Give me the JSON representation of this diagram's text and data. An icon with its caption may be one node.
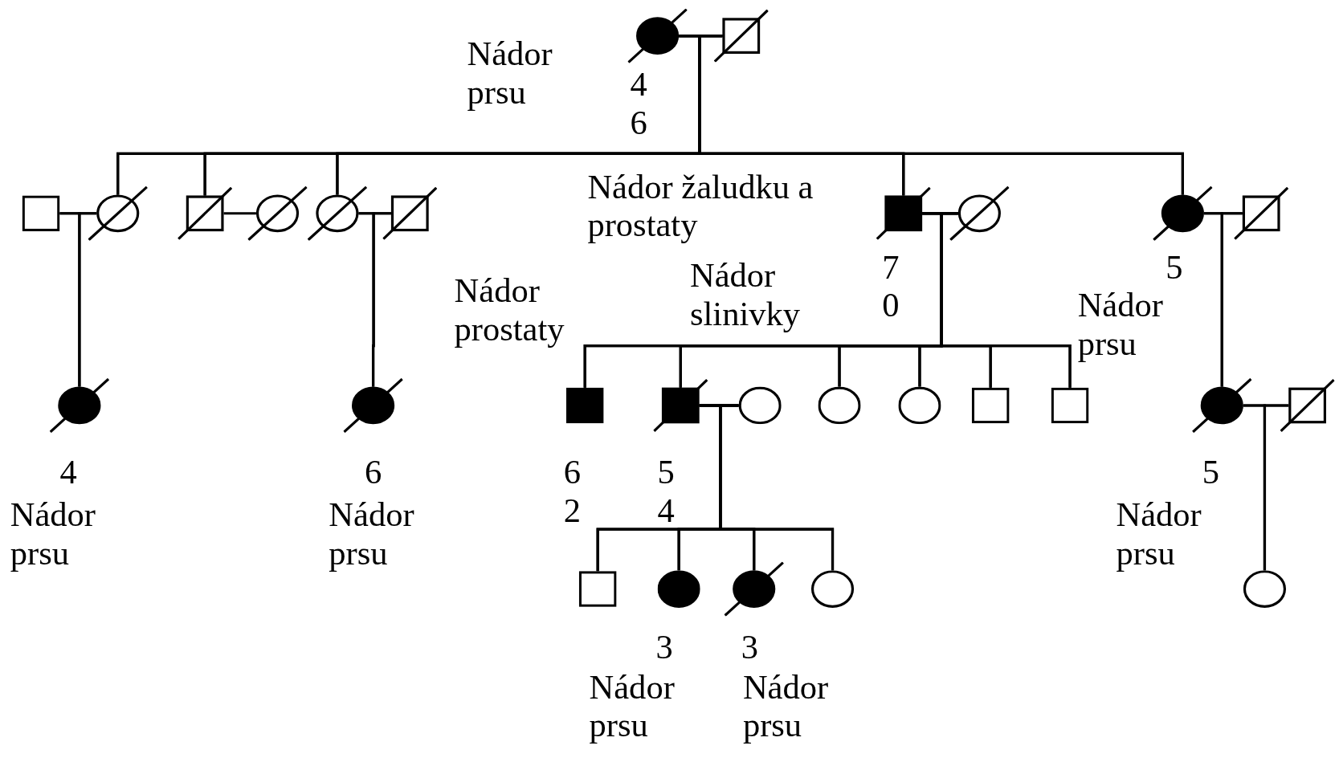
{
  "diagram": {
    "nodes": [
      {
        "text": [],
        "shape": "circle",
        "beside": [
          "Nádor prsu",
          "4 6"
        ]
      },
      {
        "text": [],
        "shape": "box"
      },
      {
        "text": [],
        "shape": "box"
      },
      {
        "text": [],
        "shape": "circle"
      },
      {
        "text": [],
        "shape": "box"
      },
      {
        "text": [],
        "shape": "circle"
      },
      {
        "text": [],
        "shape": "circle"
      },
      {
        "text": [],
        "shape": "box"
      },
      {
        "text": [],
        "shape": "box",
        "beside": [
          "Nádor žaludku a prostaty",
          "7 0"
        ]
      },
      {
        "text": [],
        "shape": "circle"
      },
      {
        "text": [],
        "shape": "circle",
        "beside": [
          "5",
          "Nádor prsu"
        ]
      },
      {
        "text": [],
        "shape": "box"
      },
      {
        "text": [],
        "shape": "circle",
        "beside": [
          "4",
          "Nádor prsu"
        ]
      },
      {
        "text": [],
        "shape": "circle",
        "beside": [
          "6",
          "Nádor prsu"
        ]
      },
      {
        "text": [],
        "shape": "box",
        "beside": [
          "Nádor prostaty",
          "6 2"
        ]
      },
      {
        "text": [],
        "shape": "box",
        "beside": [
          "Nádor slinivky",
          "5 4"
        ]
      },
      {
        "text": [],
        "shape": "circle"
      },
      {
        "text": [],
        "shape": "circle"
      },
      {
        "text": [],
        "shape": "circle"
      },
      {
        "text": [],
        "shape": "box"
      },
      {
        "text": [],
        "shape": "box"
      },
      {
        "text": [],
        "shape": "circle",
        "beside": [
          "5",
          "Nádor prsu"
        ]
      },
      {
        "text": [],
        "shape": "box"
      },
      {
        "text": [],
        "shape": "box"
      },
      {
        "text": [],
        "shape": "circle",
        "beside": [
          "3",
          "Nádor prsu"
        ]
      },
      {
        "text": [],
        "shape": "circle",
        "beside": [
          "3",
          "Nádor prsu"
        ]
      },
      {
        "text": [],
        "shape": "circle"
      },
      {
        "text": [],
        "shape": "circle"
      }
    ],
    "edges": [
      {
        "from": 0,
        "to": 1,
        "arrow": "none"
      },
      {
        "from": 0,
        "to": 3,
        "arrow": "none"
      },
      {
        "from": 1,
        "to": 3,
        "arrow": "none"
      },
      {
        "from": 0,
        "to": 4,
        "arrow": "none"
      },
      {
        "from": 1,
        "to": 4,
        "arrow": "none"
      },
      {
        "from": 0,
        "to": 6,
        "arrow": "none"
      },
      {
        "from": 1,
        "to": 6,
        "arrow": "none"
      },
      {
        "from": 0,
        "to": 8,
        "arrow": "none"
      },
      {
        "from": 1,
        "to": 8,
        "arrow": "none"
      },
      {
        "from": 0,
        "to": 10,
        "arrow": "none"
      },
      {
        "from": 1,
        "to": 10,
        "arrow": "none"
      },
      {
        "from": 2,
        "to": 3,
        "arrow": "none"
      },
      {
        "from": 4,
        "to": 5,
        "arrow": "none"
      },
      {
        "from": 6,
        "to": 7,
        "arrow": "none"
      },
      {
        "from": 8,
        "to": 9,
        "arrow": "none"
      },
      {
        "from": 10,
        "to": 11,
        "arrow": "none"
      },
      {
        "from": 2,
        "to": 12,
        "arrow": "none"
      },
      {
        "from": 3,
        "to": 12,
        "arrow": "none"
      },
      {
        "from": 6,
        "to": 13,
        "arrow": "none"
      },
      {
        "from": 7,
        "to": 13,
        "arrow": "none"
      },
      {
        "from": 8,
        "to": 14,
        "arrow": "none"
      },
      {
        "from": 9,
        "to": 14,
        "arrow": "none"
      },
      {
        "from": 8,
        "to": 15,
        "arrow": "none"
      },
      {
        "from": 9,
        "to": 15,
        "arrow": "none"
      },
      {
        "from": 8,
        "to": 17,
        "arrow": "none"
      },
      {
        "from": 9,
        "to": 17,
        "arrow": "none"
      },
      {
        "from": 8,
        "to": 18,
        "arrow": "none"
      },
      {
        "from": 9,
        "to": 18,
        "arrow": "none"
      },
      {
        "from": 8,
        "to": 19,
        "arrow": "none"
      },
      {
        "from": 9,
        "to": 19,
        "arrow": "none"
      },
      {
        "from": 8,
        "to": 20,
        "arrow": "none"
      },
      {
        "from": 9,
        "to": 20,
        "arrow": "none"
      },
      {
        "from": 10,
        "to": 21,
        "arrow": "none"
      },
      {
        "from": 11,
        "to": 21,
        "arrow": "none"
      },
      {
        "from": 15,
        "to": 16,
        "arrow": "none"
      },
      {
        "from": 21,
        "to": 22,
        "arrow": "none"
      },
      {
        "from": 15,
        "to": 23,
        "arrow": "none"
      },
      {
        "from": 16,
        "to": 23,
        "arrow": "none"
      },
      {
        "from": 15,
        "to": 24,
        "arrow": "none"
      },
      {
        "from": 16,
        "to": 24,
        "arrow": "none"
      },
      {
        "from": 15,
        "to": 25,
        "arrow": "none"
      },
      {
        "from": 16,
        "to": 25,
        "arrow": "none"
      },
      {
        "from": 15,
        "to": 26,
        "arrow": "none"
      },
      {
        "from": 16,
        "to": 26,
        "arrow": "none"
      },
      {
        "from": 21,
        "to": 27,
        "arrow": "none"
      },
      {
        "from": 22,
        "to": 27,
        "arrow": "none"
      }
    ]
  }
}
